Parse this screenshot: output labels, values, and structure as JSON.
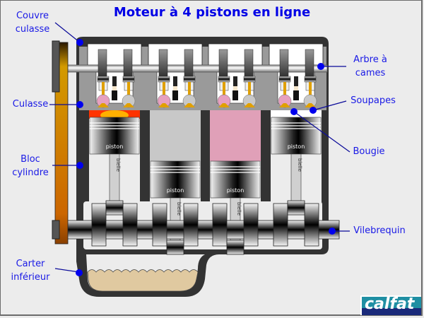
{
  "title": "Moteur à 4 pistons en ligne",
  "labels": {
    "couvre_culasse": [
      "Couvre",
      "culasse"
    ],
    "culasse": "Culasse",
    "bloc_cylindre": [
      "Bloc",
      "cylindre"
    ],
    "carter_inferieur": [
      "Carter",
      "inférieur"
    ],
    "arbre_a_cames": [
      "Arbre à",
      "cames"
    ],
    "soupapes": "Soupapes",
    "bougie": "Bougie",
    "vilebrequin": "Vilebrequin"
  },
  "cylinders": [
    {
      "chamber_state": "combustion",
      "chamber_color": "#ff3300",
      "piston_position": "top"
    },
    {
      "chamber_state": "intake",
      "chamber_color": "#c8c8c8",
      "piston_position": "bottom"
    },
    {
      "chamber_state": "compression",
      "chamber_color": "#e0a0b8",
      "piston_position": "bottom"
    },
    {
      "chamber_state": "exhaust",
      "chamber_color": "#ffffff",
      "piston_position": "top"
    }
  ],
  "part_text": {
    "piston": "piston",
    "bielle": "bielle"
  },
  "logo": "calfat",
  "colors": {
    "label_blue": "#1a1ae6",
    "title_blue": "#0000e6",
    "oil": "#e0c9a0",
    "belt": "#d08a00",
    "intake_valve": "#e6a0c0",
    "exhaust_valve": "#c8c8c8"
  }
}
